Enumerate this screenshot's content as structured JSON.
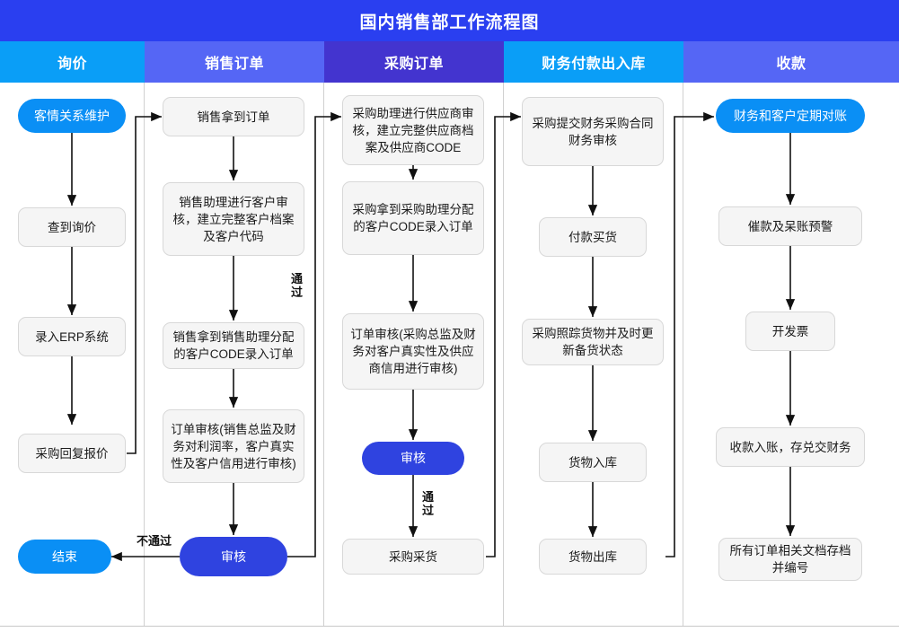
{
  "title": "国内销售部工作流程图",
  "theme": {
    "title_bg": "#2a3ff0",
    "lane_cyan": "#0a9ef7",
    "lane_periwinkle": "#5566f5",
    "lane_indigo": "#4334cf",
    "node_fill": "#f5f5f5",
    "node_border": "#d8d8d8",
    "terminator_fill": "#0a8ff5",
    "decision_fill": "#2f43e0",
    "connector": "#111111"
  },
  "lanes": [
    {
      "key": "inquiry",
      "label": "询价",
      "color": "#0a9ef7"
    },
    {
      "key": "sales",
      "label": "销售订单",
      "color": "#5566f5"
    },
    {
      "key": "purchase",
      "label": "采购订单",
      "color": "#4334cf"
    },
    {
      "key": "finance",
      "label": "财务付款出入库",
      "color": "#0a9ef7"
    },
    {
      "key": "collect",
      "label": "收款",
      "color": "#5566f5"
    }
  ],
  "nodes": {
    "n1": {
      "text": "客情关系维护",
      "type": "terminator"
    },
    "n2": {
      "text": "查到询价",
      "type": "process"
    },
    "n3": {
      "text": "录入ERP系统",
      "type": "process"
    },
    "n4": {
      "text": "采购回复报价",
      "type": "process"
    },
    "n5": {
      "text": "结束",
      "type": "terminator"
    },
    "n6": {
      "text": "销售拿到订单",
      "type": "process"
    },
    "n7": {
      "text": "销售助理进行客户审核，建立完整客户档案及客户代码",
      "type": "process"
    },
    "n8": {
      "text": "销售拿到销售助理分配的客户CODE录入订单",
      "type": "process"
    },
    "n9": {
      "text": "订单审核(销售总监及财务对利润率，客户真实性及客户信用进行审核)",
      "type": "process"
    },
    "n10": {
      "text": "审核",
      "type": "decision"
    },
    "n11": {
      "text": "采购助理进行供应商审核，建立完整供应商档案及供应商CODE",
      "type": "process"
    },
    "n12": {
      "text": "采购拿到采购助理分配的客户CODE录入订单",
      "type": "process"
    },
    "n13": {
      "text": "订单审核(采购总监及财务对客户真实性及供应商信用进行审核)",
      "type": "process"
    },
    "n14": {
      "text": "审核",
      "type": "decision"
    },
    "n15": {
      "text": "采购采货",
      "type": "process"
    },
    "n16": {
      "text": "采购提交财务采购合同财务审核",
      "type": "process"
    },
    "n17": {
      "text": "付款买货",
      "type": "process"
    },
    "n18": {
      "text": "采购照踪货物并及时更新备货状态",
      "type": "process"
    },
    "n19": {
      "text": "货物入库",
      "type": "process"
    },
    "n20": {
      "text": "货物出库",
      "type": "process"
    },
    "n21": {
      "text": "财务和客户定期对账",
      "type": "terminator"
    },
    "n22": {
      "text": "催款及呆账预警",
      "type": "process"
    },
    "n23": {
      "text": "开发票",
      "type": "process"
    },
    "n24": {
      "text": "收款入账，存兑交财务",
      "type": "process"
    },
    "n25": {
      "text": "所有订单相关文档存档并编号",
      "type": "process"
    }
  },
  "edge_labels": {
    "sales_pass": "通\n过",
    "sales_fail": "不通过",
    "purchase_pass": "通\n过"
  }
}
